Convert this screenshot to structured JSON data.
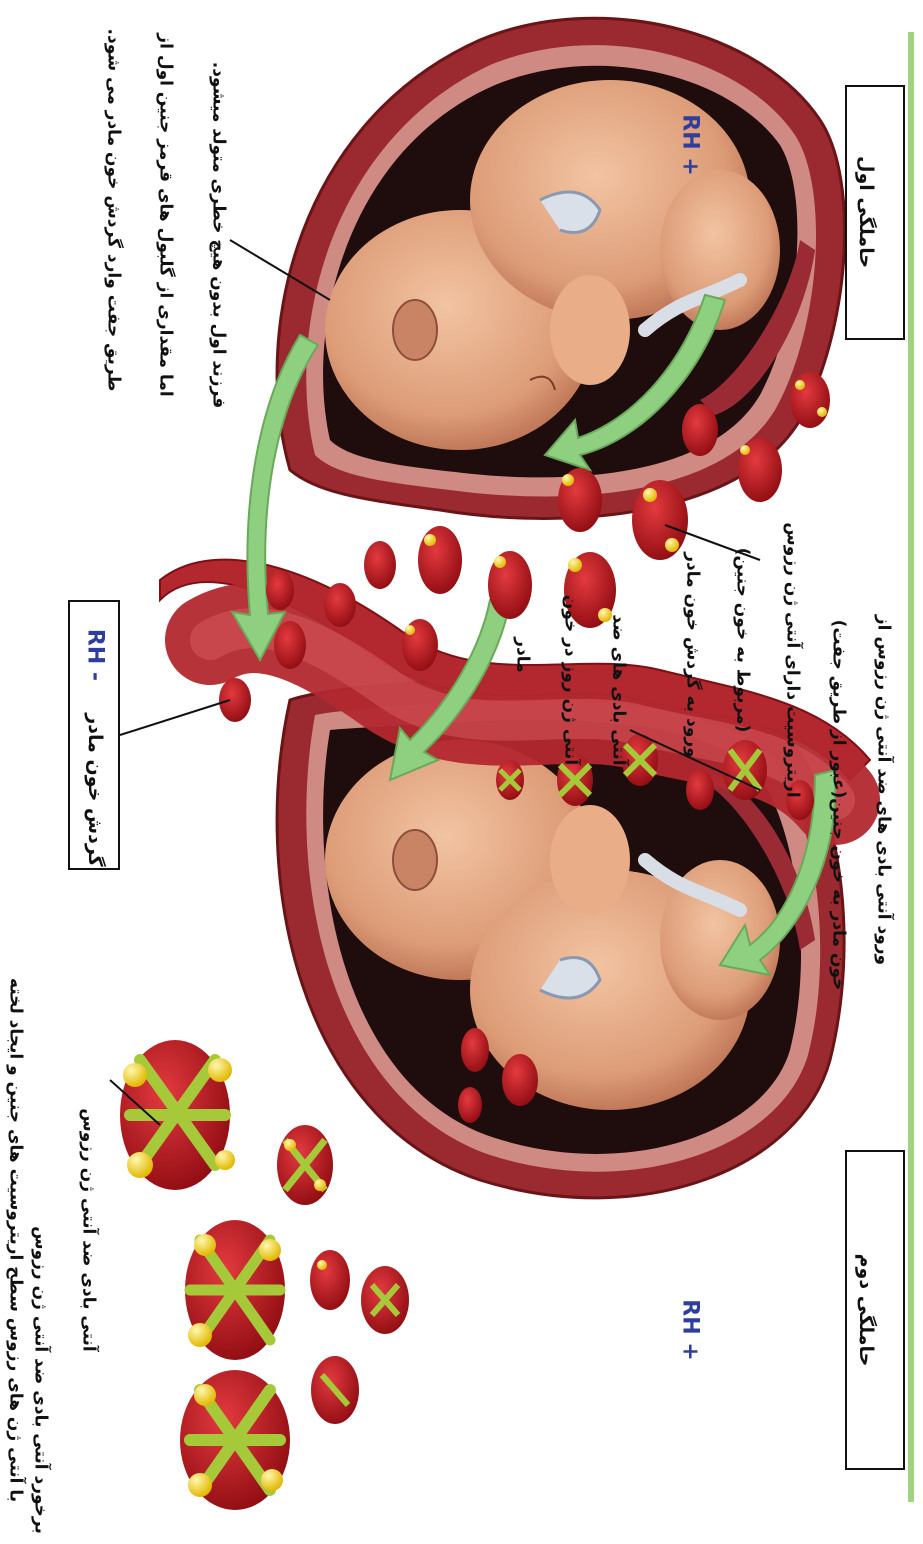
{
  "labels": {
    "first_pregnancy": "حاملگی اول",
    "second_pregnancy": "حاملگی دوم",
    "rh_positive_first": "RH +",
    "rh_positive_second": "RH +",
    "rh_negative": "RH -",
    "maternal_circulation": "گردش خون مادر"
  },
  "captions": {
    "first_child_line1": "فرزند اول بدون هیچ خطری متولد میشود.",
    "first_child_line2": "اما مقداری از گلبول های قرمز جنین اول از",
    "first_child_line3": "طریق جفت وارد گردش خون مادر می شود.",
    "antigen_entry_line1": "ورود آنتی بادی های ضد آنتی ژن رزوس از",
    "antigen_entry_line2": "خون مادر به خون جنین(عبور از طریق جفت)",
    "erythrocyte_line1": "اریتروسیت دارای آنتی ژن رزوس",
    "erythrocyte_line2": "(مربوط به خون جنین)",
    "erythrocyte_line3": "ورود به گردش خون مادر",
    "antibody_line1": "آنتی بادی های ضد",
    "antibody_line2": "آنتی ژن روز در خون",
    "antibody_line3": "مادر",
    "anti_rh_antibody": "آنتی بادی ضد آنتی ژن رزوس",
    "reaction_line1": "برخورد آنتی بادی ضد آنتی ژن رزوس",
    "reaction_line2": "با آنتی ژن های رزوس سطح اریتروسیت های جنین و ایجاد لخته"
  },
  "colors": {
    "accent_green": "#9ed37f",
    "arrow_green": "#8fd080",
    "rbc_red": "#c0161c",
    "vessel_red": "#b3282f",
    "antigen_yellow": "#f2d31e",
    "antibody_green": "#a6c93a",
    "rh_blue": "#2f3d9c",
    "skin": "#e2a581"
  }
}
